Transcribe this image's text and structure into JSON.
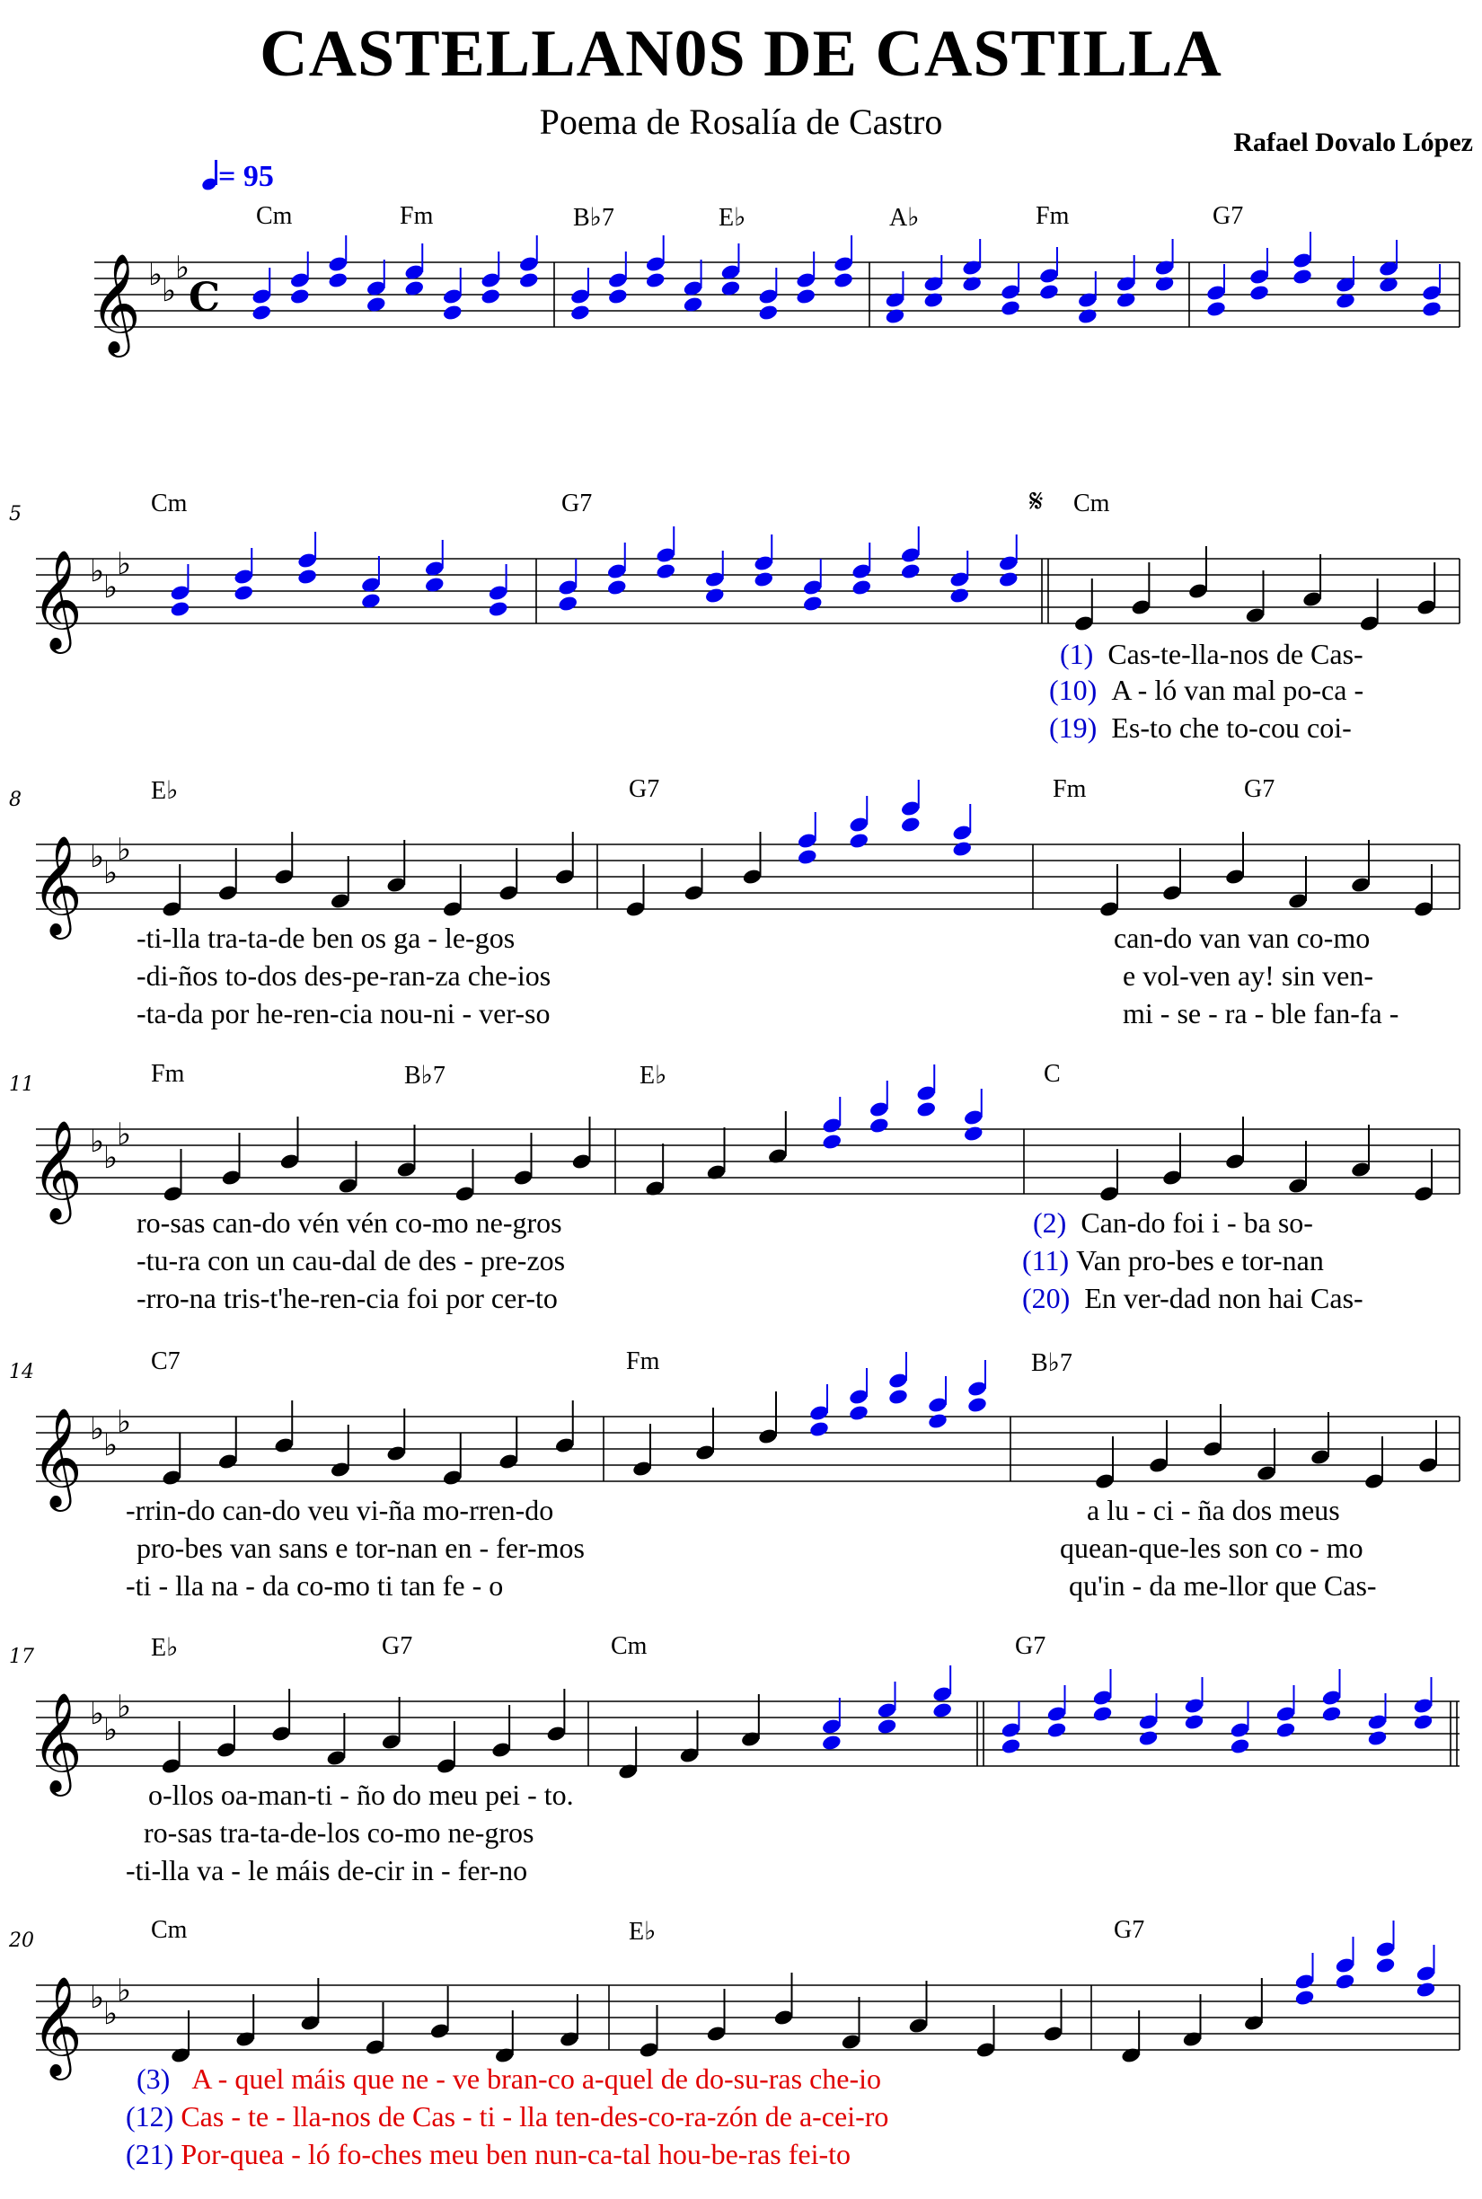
{
  "header": {
    "title": "CASTELLAN0S DE CASTILLA",
    "subtitle": "Poema de Rosalía de Castro",
    "composer": "Rafael Dovalo López",
    "tempo_value": "= 95"
  },
  "colors": {
    "accent": "#0000ee",
    "lyric_highlight": "#e00000",
    "verse_number": "#0000cc"
  },
  "systems": [
    {
      "number": "",
      "chords": [
        "Cm",
        "Fm",
        "B♭7",
        "E♭",
        "A♭",
        "Fm",
        "G7"
      ],
      "lyrics": []
    },
    {
      "number": "5",
      "chords": [
        "Cm",
        "G7",
        "Cm"
      ],
      "lyrics": [
        {
          "num": "(1)",
          "text": "Cas-te-lla-nos de Cas-"
        },
        {
          "num": "(10)",
          "text": "A - ló van mal po-ca -"
        },
        {
          "num": "(19)",
          "text": "Es-to che to-cou coi-"
        }
      ]
    },
    {
      "number": "8",
      "chords": [
        "E♭",
        "G7",
        "Fm",
        "G7"
      ],
      "lyrics": [
        {
          "a": "-ti-lla   tra-ta-de ben os  ga - le-gos",
          "b": "can-do van van co-mo"
        },
        {
          "a": "-di-ños    to-dos des-pe-ran-za   che-ios",
          "b": "e  vol-ven ay! sin ven-"
        },
        {
          "a": "-ta-da    por he-ren-cia nou-ni - ver-so",
          "b": "mi - se - ra - ble fan-fa -"
        }
      ]
    },
    {
      "number": "11",
      "chords": [
        "Fm",
        "B♭7",
        "E♭",
        "C"
      ],
      "lyrics": [
        {
          "a": "ro-sas   can-do  vén vén co-mo    ne-gros",
          "num": "(2)",
          "b": "Can-do  foi   i - ba  so-"
        },
        {
          "a": "-tu-ra    con  un  cau-dal de des - pre-zos",
          "num": "(11)",
          "b": "Van pro-bes   e  tor-nan"
        },
        {
          "a": "-rro-na   tris-t'he-ren-cia foi por   cer-to",
          "num": "(20)",
          "b": "En  ver-dad non hai Cas-"
        }
      ]
    },
    {
      "number": "14",
      "chords": [
        "C7",
        "Fm",
        "B♭7"
      ],
      "lyrics": [
        {
          "a": "-rrin-do   can-do veu vi-ña mo-rren-do",
          "b": "a     lu - ci - ña  dos meus"
        },
        {
          "a": "pro-bes   van sans e  tor-nan en - fer-mos",
          "b": "quean-que-les son  co - mo"
        },
        {
          "a": "-ti - lla    na - da  co-mo   ti  tan    fe  -  o",
          "b": "qu'in - da  me-llor que  Cas-"
        }
      ]
    },
    {
      "number": "17",
      "chords": [
        "E♭",
        "G7",
        "Cm",
        "G7"
      ],
      "lyrics": [
        {
          "a": "o-llos   oa-man-ti - ño do meu  pei - to."
        },
        {
          "a": "ro-sas   tra-ta-de-los co-mo   ne-gros"
        },
        {
          "a": "-ti-lla    va - le máis de-cir   in - fer-no"
        }
      ]
    },
    {
      "number": "20",
      "chords": [
        "Cm",
        "E♭",
        "G7"
      ],
      "lyrics": [
        {
          "num": "(3)",
          "text": "A - quel máis que ne  -  ve  bran-co       a-quel de  do-su-ras  che-io"
        },
        {
          "num": "(12)",
          "text": "Cas - te - lla-nos de   Cas - ti - lla    ten-des-co-ra-zón de a-cei-ro"
        },
        {
          "num": "(21)",
          "text": "Por-quea - ló    fo-ches meu ben          nun-ca-tal hou-be-ras   fei-to"
        }
      ]
    }
  ]
}
